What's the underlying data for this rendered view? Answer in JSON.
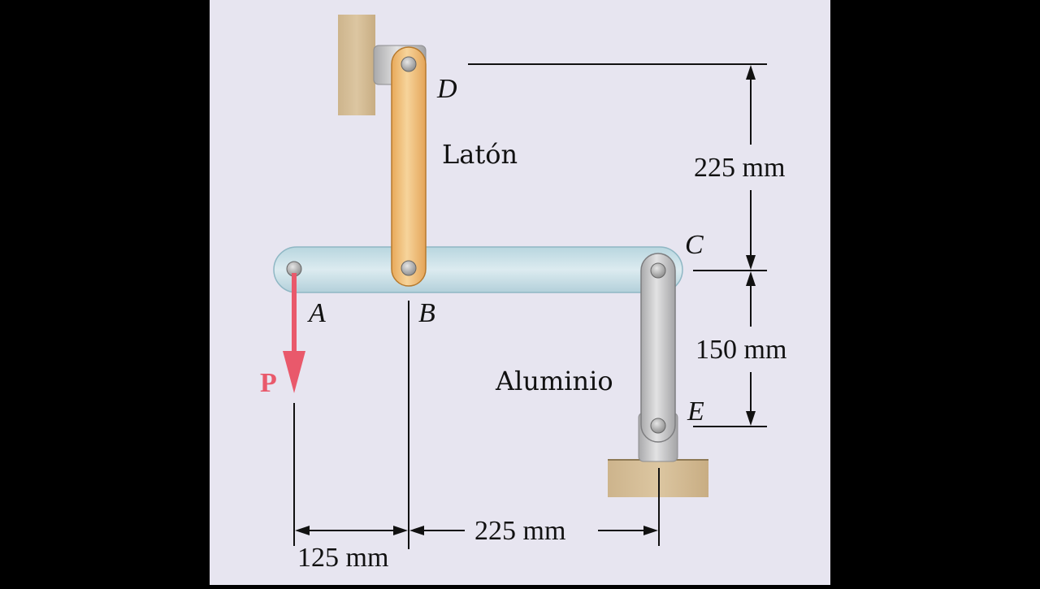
{
  "labels": {
    "brass": "Latón",
    "aluminum": "Aluminio",
    "point_a": "A",
    "point_b": "B",
    "point_c": "C",
    "point_d": "D",
    "point_e": "E",
    "load": "P"
  },
  "dimensions": {
    "dim_dc": "225 mm",
    "dim_ce": "150 mm",
    "dim_ab": "125 mm",
    "dim_bc": "225 mm"
  },
  "colors": {
    "panel_bg": "#e7e5f0",
    "brass_link": "#f0c07a",
    "aluminum_link": "#c9c9cb",
    "beam": "#cfe3ea",
    "support": "#d9c39b",
    "load_arrow": "#e9596b"
  }
}
